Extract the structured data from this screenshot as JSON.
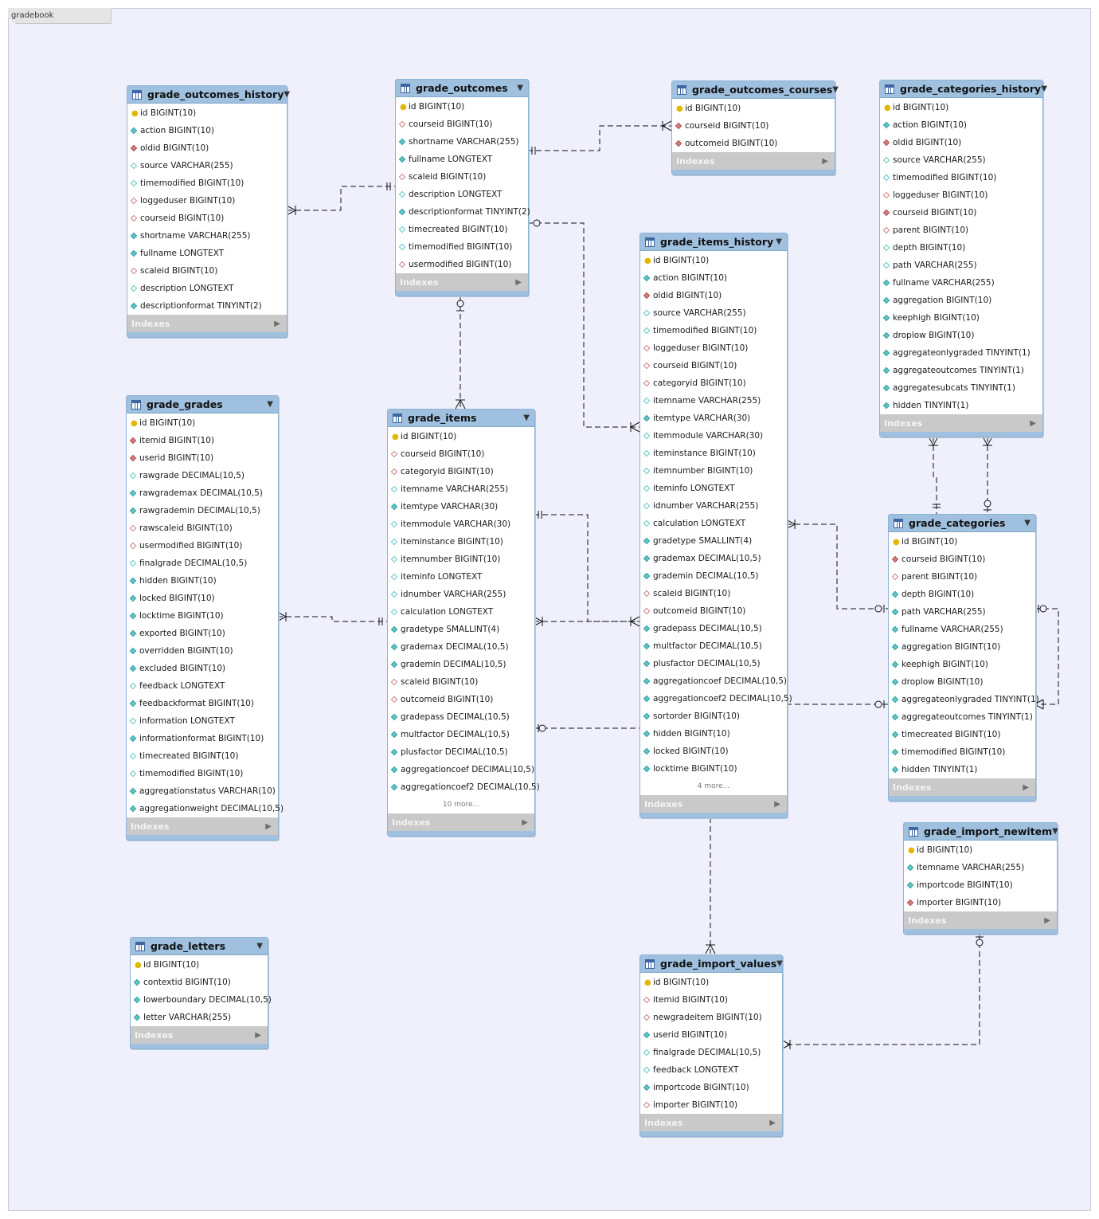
{
  "diagram": {
    "name": "gradebook"
  },
  "labels": {
    "indexes": "Indexes"
  },
  "tables": [
    {
      "key": "outcomes_history",
      "name": "grade_outcomes_history",
      "columns": [
        {
          "t": "pk",
          "n": "id BIGINT(10)"
        },
        {
          "t": "nn",
          "n": "action BIGINT(10)"
        },
        {
          "t": "fk",
          "n": "oldid BIGINT(10)"
        },
        {
          "t": "on",
          "n": "source VARCHAR(255)"
        },
        {
          "t": "on",
          "n": "timemodified BIGINT(10)"
        },
        {
          "t": "of",
          "n": "loggeduser BIGINT(10)"
        },
        {
          "t": "of",
          "n": "courseid BIGINT(10)"
        },
        {
          "t": "nn",
          "n": "shortname VARCHAR(255)"
        },
        {
          "t": "nn",
          "n": "fullname LONGTEXT"
        },
        {
          "t": "of",
          "n": "scaleid BIGINT(10)"
        },
        {
          "t": "on",
          "n": "description LONGTEXT"
        },
        {
          "t": "nn",
          "n": "descriptionformat TINYINT(2)"
        }
      ]
    },
    {
      "key": "outcomes",
      "name": "grade_outcomes",
      "columns": [
        {
          "t": "pk",
          "n": "id BIGINT(10)"
        },
        {
          "t": "of",
          "n": "courseid BIGINT(10)"
        },
        {
          "t": "nn",
          "n": "shortname VARCHAR(255)"
        },
        {
          "t": "nn",
          "n": "fullname LONGTEXT"
        },
        {
          "t": "of",
          "n": "scaleid BIGINT(10)"
        },
        {
          "t": "on",
          "n": "description LONGTEXT"
        },
        {
          "t": "nn",
          "n": "descriptionformat TINYINT(2)"
        },
        {
          "t": "on",
          "n": "timecreated BIGINT(10)"
        },
        {
          "t": "on",
          "n": "timemodified BIGINT(10)"
        },
        {
          "t": "of",
          "n": "usermodified BIGINT(10)"
        }
      ]
    },
    {
      "key": "outcomes_courses",
      "name": "grade_outcomes_courses",
      "columns": [
        {
          "t": "pk",
          "n": "id BIGINT(10)"
        },
        {
          "t": "fk",
          "n": "courseid BIGINT(10)"
        },
        {
          "t": "fk",
          "n": "outcomeid BIGINT(10)"
        }
      ]
    },
    {
      "key": "categories_history",
      "name": "grade_categories_history",
      "columns": [
        {
          "t": "pk",
          "n": "id BIGINT(10)"
        },
        {
          "t": "nn",
          "n": "action BIGINT(10)"
        },
        {
          "t": "fk",
          "n": "oldid BIGINT(10)"
        },
        {
          "t": "on",
          "n": "source VARCHAR(255)"
        },
        {
          "t": "on",
          "n": "timemodified BIGINT(10)"
        },
        {
          "t": "of",
          "n": "loggeduser BIGINT(10)"
        },
        {
          "t": "fk",
          "n": "courseid BIGINT(10)"
        },
        {
          "t": "of",
          "n": "parent BIGINT(10)"
        },
        {
          "t": "on",
          "n": "depth BIGINT(10)"
        },
        {
          "t": "on",
          "n": "path VARCHAR(255)"
        },
        {
          "t": "nn",
          "n": "fullname VARCHAR(255)"
        },
        {
          "t": "nn",
          "n": "aggregation BIGINT(10)"
        },
        {
          "t": "nn",
          "n": "keephigh BIGINT(10)"
        },
        {
          "t": "nn",
          "n": "droplow BIGINT(10)"
        },
        {
          "t": "nn",
          "n": "aggregateonlygraded TINYINT(1)"
        },
        {
          "t": "nn",
          "n": "aggregateoutcomes TINYINT(1)"
        },
        {
          "t": "nn",
          "n": "aggregatesubcats TINYINT(1)"
        },
        {
          "t": "nn",
          "n": "hidden TINYINT(1)"
        }
      ]
    },
    {
      "key": "items_history",
      "name": "grade_items_history",
      "more": "4 more...",
      "columns": [
        {
          "t": "pk",
          "n": "id BIGINT(10)"
        },
        {
          "t": "nn",
          "n": "action BIGINT(10)"
        },
        {
          "t": "fk",
          "n": "oldid BIGINT(10)"
        },
        {
          "t": "on",
          "n": "source VARCHAR(255)"
        },
        {
          "t": "on",
          "n": "timemodified BIGINT(10)"
        },
        {
          "t": "of",
          "n": "loggeduser BIGINT(10)"
        },
        {
          "t": "of",
          "n": "courseid BIGINT(10)"
        },
        {
          "t": "of",
          "n": "categoryid BIGINT(10)"
        },
        {
          "t": "on",
          "n": "itemname VARCHAR(255)"
        },
        {
          "t": "nn",
          "n": "itemtype VARCHAR(30)"
        },
        {
          "t": "on",
          "n": "itemmodule VARCHAR(30)"
        },
        {
          "t": "on",
          "n": "iteminstance BIGINT(10)"
        },
        {
          "t": "on",
          "n": "itemnumber BIGINT(10)"
        },
        {
          "t": "on",
          "n": "iteminfo LONGTEXT"
        },
        {
          "t": "on",
          "n": "idnumber VARCHAR(255)"
        },
        {
          "t": "on",
          "n": "calculation LONGTEXT"
        },
        {
          "t": "nn",
          "n": "gradetype SMALLINT(4)"
        },
        {
          "t": "nn",
          "n": "grademax DECIMAL(10,5)"
        },
        {
          "t": "nn",
          "n": "grademin DECIMAL(10,5)"
        },
        {
          "t": "of",
          "n": "scaleid BIGINT(10)"
        },
        {
          "t": "of",
          "n": "outcomeid BIGINT(10)"
        },
        {
          "t": "nn",
          "n": "gradepass DECIMAL(10,5)"
        },
        {
          "t": "nn",
          "n": "multfactor DECIMAL(10,5)"
        },
        {
          "t": "nn",
          "n": "plusfactor DECIMAL(10,5)"
        },
        {
          "t": "nn",
          "n": "aggregationcoef DECIMAL(10,5)"
        },
        {
          "t": "nn",
          "n": "aggregationcoef2 DECIMAL(10,5)"
        },
        {
          "t": "nn",
          "n": "sortorder BIGINT(10)"
        },
        {
          "t": "nn",
          "n": "hidden BIGINT(10)"
        },
        {
          "t": "nn",
          "n": "locked BIGINT(10)"
        },
        {
          "t": "nn",
          "n": "locktime BIGINT(10)"
        }
      ]
    },
    {
      "key": "grades",
      "name": "grade_grades",
      "columns": [
        {
          "t": "pk",
          "n": "id BIGINT(10)"
        },
        {
          "t": "fk",
          "n": "itemid BIGINT(10)"
        },
        {
          "t": "fk",
          "n": "userid BIGINT(10)"
        },
        {
          "t": "on",
          "n": "rawgrade DECIMAL(10,5)"
        },
        {
          "t": "nn",
          "n": "rawgrademax DECIMAL(10,5)"
        },
        {
          "t": "nn",
          "n": "rawgrademin DECIMAL(10,5)"
        },
        {
          "t": "of",
          "n": "rawscaleid BIGINT(10)"
        },
        {
          "t": "of",
          "n": "usermodified BIGINT(10)"
        },
        {
          "t": "on",
          "n": "finalgrade DECIMAL(10,5)"
        },
        {
          "t": "nn",
          "n": "hidden BIGINT(10)"
        },
        {
          "t": "nn",
          "n": "locked BIGINT(10)"
        },
        {
          "t": "nn",
          "n": "locktime BIGINT(10)"
        },
        {
          "t": "nn",
          "n": "exported BIGINT(10)"
        },
        {
          "t": "nn",
          "n": "overridden BIGINT(10)"
        },
        {
          "t": "nn",
          "n": "excluded BIGINT(10)"
        },
        {
          "t": "on",
          "n": "feedback LONGTEXT"
        },
        {
          "t": "nn",
          "n": "feedbackformat BIGINT(10)"
        },
        {
          "t": "on",
          "n": "information LONGTEXT"
        },
        {
          "t": "nn",
          "n": "informationformat BIGINT(10)"
        },
        {
          "t": "on",
          "n": "timecreated BIGINT(10)"
        },
        {
          "t": "on",
          "n": "timemodified BIGINT(10)"
        },
        {
          "t": "nn",
          "n": "aggregationstatus VARCHAR(10)"
        },
        {
          "t": "nn",
          "n": "aggregationweight DECIMAL(10,5)"
        }
      ]
    },
    {
      "key": "items",
      "name": "grade_items",
      "more": "10 more...",
      "columns": [
        {
          "t": "pk",
          "n": "id BIGINT(10)"
        },
        {
          "t": "of",
          "n": "courseid BIGINT(10)"
        },
        {
          "t": "of",
          "n": "categoryid BIGINT(10)"
        },
        {
          "t": "on",
          "n": "itemname VARCHAR(255)"
        },
        {
          "t": "nn",
          "n": "itemtype VARCHAR(30)"
        },
        {
          "t": "on",
          "n": "itemmodule VARCHAR(30)"
        },
        {
          "t": "on",
          "n": "iteminstance BIGINT(10)"
        },
        {
          "t": "on",
          "n": "itemnumber BIGINT(10)"
        },
        {
          "t": "on",
          "n": "iteminfo LONGTEXT"
        },
        {
          "t": "on",
          "n": "idnumber VARCHAR(255)"
        },
        {
          "t": "on",
          "n": "calculation LONGTEXT"
        },
        {
          "t": "nn",
          "n": "gradetype SMALLINT(4)"
        },
        {
          "t": "nn",
          "n": "grademax DECIMAL(10,5)"
        },
        {
          "t": "nn",
          "n": "grademin DECIMAL(10,5)"
        },
        {
          "t": "of",
          "n": "scaleid BIGINT(10)"
        },
        {
          "t": "of",
          "n": "outcomeid BIGINT(10)"
        },
        {
          "t": "nn",
          "n": "gradepass DECIMAL(10,5)"
        },
        {
          "t": "nn",
          "n": "multfactor DECIMAL(10,5)"
        },
        {
          "t": "nn",
          "n": "plusfactor DECIMAL(10,5)"
        },
        {
          "t": "nn",
          "n": "aggregationcoef DECIMAL(10,5)"
        },
        {
          "t": "nn",
          "n": "aggregationcoef2 DECIMAL(10,5)"
        }
      ]
    },
    {
      "key": "categories",
      "name": "grade_categories",
      "columns": [
        {
          "t": "pk",
          "n": "id BIGINT(10)"
        },
        {
          "t": "fk",
          "n": "courseid BIGINT(10)"
        },
        {
          "t": "of",
          "n": "parent BIGINT(10)"
        },
        {
          "t": "nn",
          "n": "depth BIGINT(10)"
        },
        {
          "t": "nn",
          "n": "path VARCHAR(255)"
        },
        {
          "t": "nn",
          "n": "fullname VARCHAR(255)"
        },
        {
          "t": "nn",
          "n": "aggregation BIGINT(10)"
        },
        {
          "t": "nn",
          "n": "keephigh BIGINT(10)"
        },
        {
          "t": "nn",
          "n": "droplow BIGINT(10)"
        },
        {
          "t": "nn",
          "n": "aggregateonlygraded TINYINT(1)"
        },
        {
          "t": "nn",
          "n": "aggregateoutcomes TINYINT(1)"
        },
        {
          "t": "nn",
          "n": "timecreated BIGINT(10)"
        },
        {
          "t": "nn",
          "n": "timemodified BIGINT(10)"
        },
        {
          "t": "nn",
          "n": "hidden TINYINT(1)"
        }
      ]
    },
    {
      "key": "import_newitem",
      "name": "grade_import_newitem",
      "columns": [
        {
          "t": "pk",
          "n": "id BIGINT(10)"
        },
        {
          "t": "nn",
          "n": "itemname VARCHAR(255)"
        },
        {
          "t": "nn",
          "n": "importcode BIGINT(10)"
        },
        {
          "t": "fk",
          "n": "importer BIGINT(10)"
        }
      ]
    },
    {
      "key": "letters",
      "name": "grade_letters",
      "columns": [
        {
          "t": "pk",
          "n": "id BIGINT(10)"
        },
        {
          "t": "nn",
          "n": "contextid BIGINT(10)"
        },
        {
          "t": "nn",
          "n": "lowerboundary DECIMAL(10,5)"
        },
        {
          "t": "nn",
          "n": "letter VARCHAR(255)"
        }
      ]
    },
    {
      "key": "import_values",
      "name": "grade_import_values",
      "columns": [
        {
          "t": "pk",
          "n": "id BIGINT(10)"
        },
        {
          "t": "of",
          "n": "itemid BIGINT(10)"
        },
        {
          "t": "of",
          "n": "newgradeitem BIGINT(10)"
        },
        {
          "t": "nn",
          "n": "userid BIGINT(10)"
        },
        {
          "t": "on",
          "n": "finalgrade DECIMAL(10,5)"
        },
        {
          "t": "on",
          "n": "feedback LONGTEXT"
        },
        {
          "t": "nn",
          "n": "importcode BIGINT(10)"
        },
        {
          "t": "of",
          "n": "importer BIGINT(10)"
        }
      ]
    }
  ]
}
